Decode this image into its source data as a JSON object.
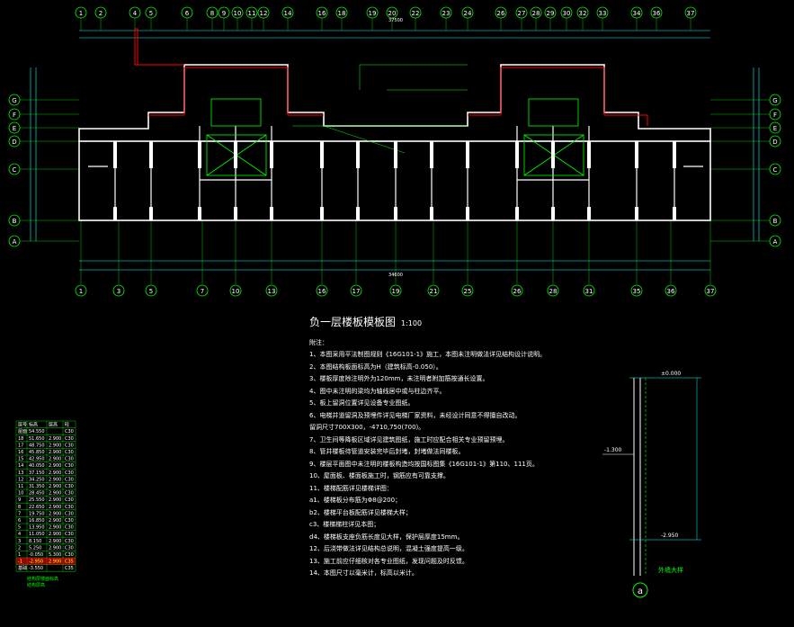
{
  "colors": {
    "background": "#000000",
    "axis": "#00ff00",
    "wall": "#ffffff",
    "dim": "#00ffff",
    "beam": "#ff0000",
    "text": "#ffffff",
    "yellow": "#ffff00"
  },
  "top_axes": [
    "1",
    "2",
    "4",
    "5",
    "6",
    "8",
    "9",
    "10",
    "11",
    "12",
    "14",
    "16",
    "18",
    "19",
    "20",
    "22",
    "23",
    "24",
    "26",
    "27",
    "28",
    "29",
    "30",
    "32",
    "33",
    "34",
    "36",
    "37"
  ],
  "bottom_axes": [
    "1",
    "3",
    "5",
    "7",
    "10",
    "13",
    "16",
    "17",
    "19",
    "21",
    "25",
    "26",
    "28",
    "31",
    "35",
    "36",
    "37"
  ],
  "left_rows": [
    "G",
    "F",
    "E",
    "D",
    "C",
    "B",
    "A"
  ],
  "right_rows": [
    "G",
    "F",
    "E",
    "D",
    "C",
    "B",
    "A"
  ],
  "top_overall_dim": "37500",
  "bottom_overall_dim": "34600",
  "plan_title": "负一层楼板模板图",
  "plan_scale": "1:100",
  "notes_header": "附注：",
  "notes": [
    "1、本图采用平法制图规则《16G101-1》施工，本图未注明做法详见结构设计说明。",
    "2、本图结构板面标高为H（建筑标高-0.050）。",
    "3、楼板厚度除注明外为120mm，未注明者附加筋按通长设置。",
    "4、图中未注明的梁均为轴线居中或与柱边齐平。",
    "5、板上留洞位置详见设备专业图纸。",
    "6、电梯井道留洞及预埋件详见电梯厂家资料，未经设计同意不得擅自改动。",
    "   留洞尺寸700X300，-4710,750(700)。",
    "7、卫生间等降板区域详见建筑图纸，施工时应配合相关专业预留预埋。",
    "8、管井楼板待管道安装完毕后封堵，封堵做法同楼板。",
    "9、楼层平面图中未注明的楼板构造均按国标图集《16G101-1》第110、111页。",
    "10、屋面板、楼面板施工时，钢筋应有可靠支撑。",
    "11、楼梯配筋详见楼梯详图：",
    "  a1、楼梯板分布筋为Φ8@200；",
    "  b2、楼梯平台板配筋详见楼梯大样；",
    "  c3、楼梯梯柱详见本图；",
    "  d4、楼梯板支座负筋长度见大样，保护层厚度15mm。",
    "12、后浇带做法详见结构总说明，混凝土强度提高一级。",
    "13、施工前应仔细核对各专业图纸，发现问题及时反馈。",
    "14、本图尺寸以毫米计，标高以米计。"
  ],
  "level_table": {
    "headers": [
      "层号",
      "标高",
      "层高",
      "砼"
    ],
    "rows": [
      [
        "屋面",
        "54.550",
        "",
        "C30"
      ],
      [
        "18",
        "51.650",
        "2.900",
        "C30"
      ],
      [
        "17",
        "48.750",
        "2.900",
        "C30"
      ],
      [
        "16",
        "45.850",
        "2.900",
        "C30"
      ],
      [
        "15",
        "42.950",
        "2.900",
        "C30"
      ],
      [
        "14",
        "40.050",
        "2.900",
        "C30"
      ],
      [
        "13",
        "37.150",
        "2.900",
        "C30"
      ],
      [
        "12",
        "34.250",
        "2.900",
        "C30"
      ],
      [
        "11",
        "31.350",
        "2.900",
        "C30"
      ],
      [
        "10",
        "28.450",
        "2.900",
        "C30"
      ],
      [
        "9",
        "25.550",
        "2.900",
        "C30"
      ],
      [
        "8",
        "22.650",
        "2.900",
        "C30"
      ],
      [
        "7",
        "19.750",
        "2.900",
        "C30"
      ],
      [
        "6",
        "16.850",
        "2.900",
        "C30"
      ],
      [
        "5",
        "13.950",
        "2.900",
        "C30"
      ],
      [
        "4",
        "11.050",
        "2.900",
        "C30"
      ],
      [
        "3",
        "8.150",
        "2.900",
        "C30"
      ],
      [
        "2",
        "5.250",
        "2.900",
        "C30"
      ],
      [
        "1",
        "-0.050",
        "5.300",
        "C30"
      ],
      [
        "-1",
        "-2.950",
        "2.900",
        "C35"
      ],
      [
        "基础",
        "-3.550",
        "",
        "C35"
      ]
    ],
    "footer": "结构层楼面标高\n结构层高"
  },
  "detail": {
    "label": "a",
    "caption": "外墙大样",
    "elev_top": "±0.000",
    "elev_bottom": "-2.950",
    "elev_mid": "-1.300"
  }
}
